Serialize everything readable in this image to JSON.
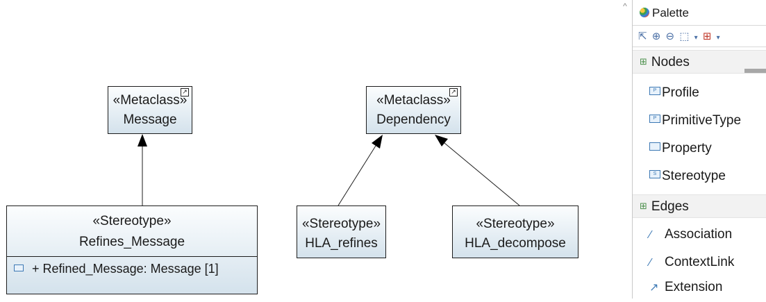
{
  "diagram": {
    "nodes": {
      "metaclass_message": {
        "stereotype": "«Metaclass»",
        "name": "Message"
      },
      "metaclass_dependency": {
        "stereotype": "«Metaclass»",
        "name": "Dependency"
      },
      "stereotype_refines_message": {
        "stereotype": "«Stereotype»",
        "name": "Refines_Message",
        "attribute": "+ Refined_Message: Message [1]"
      },
      "stereotype_hla_refines": {
        "stereotype": "«Stereotype»",
        "name": "HLA_refines"
      },
      "stereotype_hla_decompose": {
        "stereotype": "«Stereotype»",
        "name": "HLA_decompose"
      }
    }
  },
  "palette": {
    "title": "Palette",
    "toolbar_icons": [
      "select-icon",
      "zoom-in-icon",
      "zoom-out-icon",
      "marquee-icon",
      "dropdown-icon",
      "pin-icon",
      "dropdown-icon"
    ],
    "nodes_drawer": {
      "label": "Nodes",
      "items": [
        {
          "label": "Profile",
          "icon": "profile-icon"
        },
        {
          "label": "PrimitiveType",
          "icon": "primitive-type-icon"
        },
        {
          "label": "Property",
          "icon": "property-icon"
        },
        {
          "label": "Stereotype",
          "icon": "stereotype-icon"
        }
      ]
    },
    "edges_drawer": {
      "label": "Edges",
      "items": [
        {
          "label": "Association",
          "icon": "association-icon"
        },
        {
          "label": "ContextLink",
          "icon": "context-link-icon"
        },
        {
          "label": "Extension",
          "icon": "extension-icon"
        }
      ]
    }
  },
  "colors": {
    "node_gradient_top": "#fbfdfe",
    "node_gradient_bottom": "#d4e2ec",
    "node_border": "#1c1c1c",
    "drawer_bg": "#f2f2f2",
    "icon_blue": "#3c78b4"
  }
}
